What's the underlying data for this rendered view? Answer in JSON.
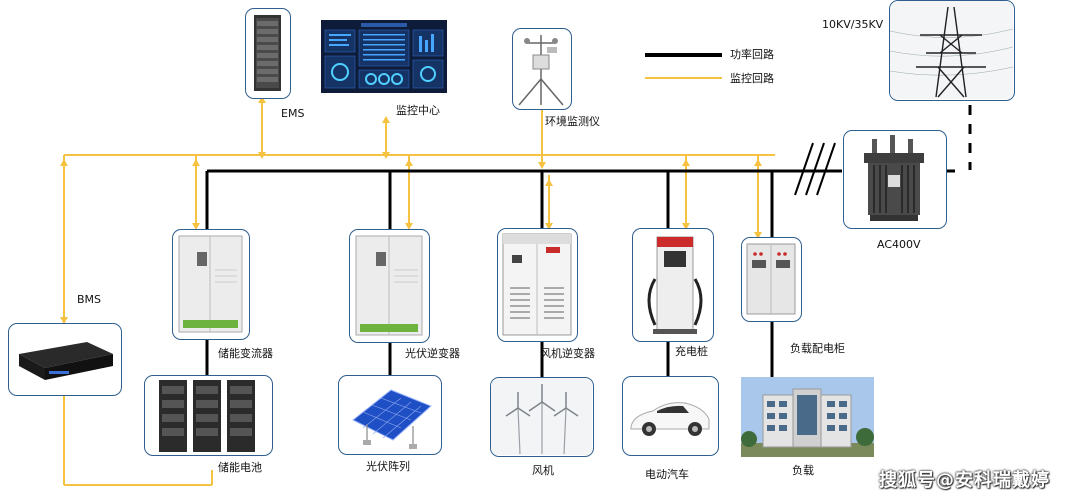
{
  "legend": {
    "power_line": "功率回路",
    "monitor_line": "监控回路"
  },
  "labels": {
    "ems": "EMS",
    "monitor_center": "监控中心",
    "env_monitor": "环境监测仪",
    "grid_voltage": "10KV/35KV",
    "transformer": "AC400V",
    "bms": "BMS",
    "storage_converter": "储能变流器",
    "storage_battery": "储能电池",
    "pv_inverter": "光伏逆变器",
    "pv_array": "光伏阵列",
    "wind_inverter": "风机逆变器",
    "wind_turbine": "风机",
    "charger": "充电桩",
    "ev": "电动汽车",
    "load_cabinet": "负载配电柜",
    "load": "负载"
  },
  "watermark": "搜狐号@安科瑞戴婷",
  "colors": {
    "power": "#000000",
    "monitor": "#f5c242",
    "frame": "#2f5f8f"
  }
}
